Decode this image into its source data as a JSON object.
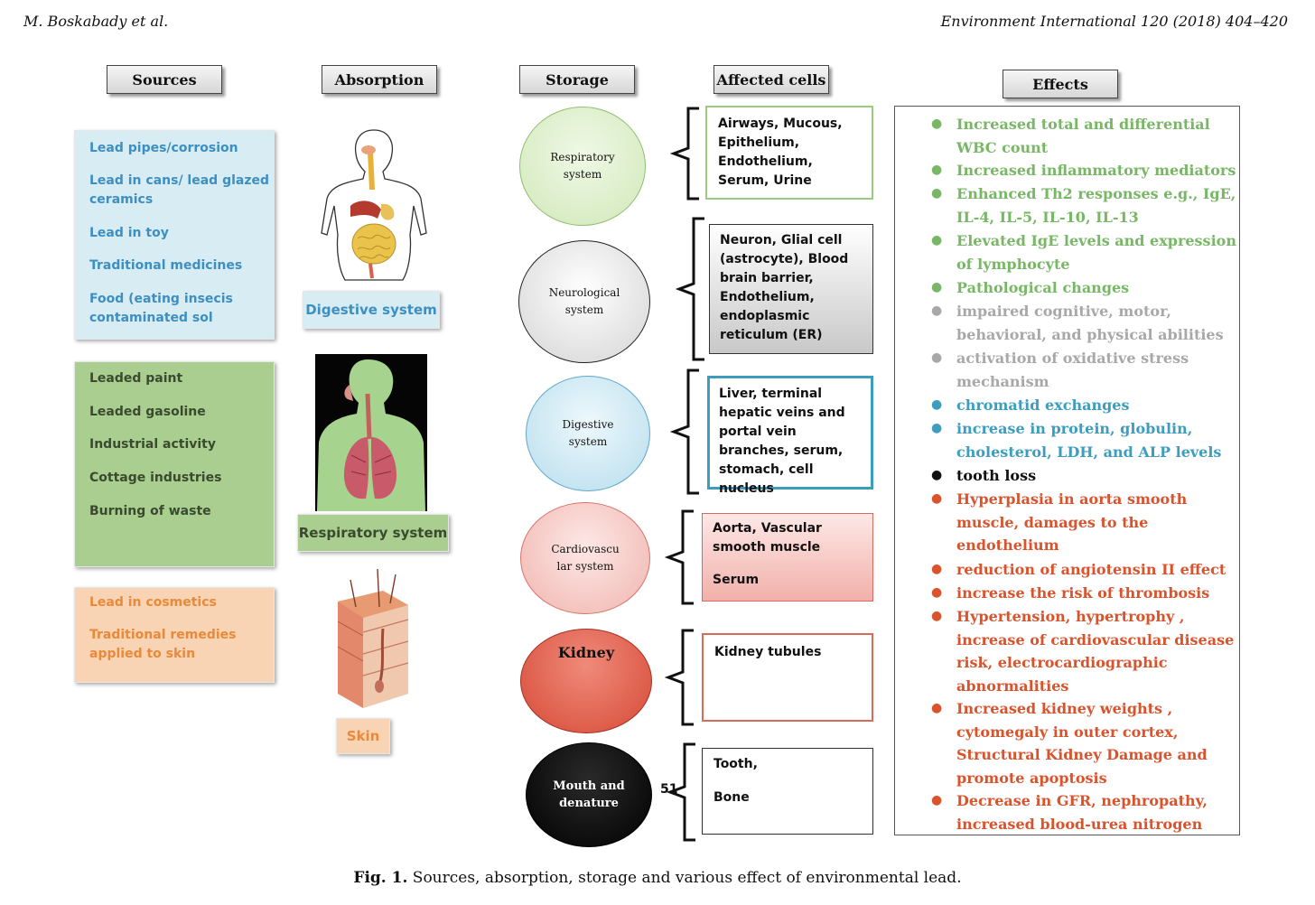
{
  "header": {
    "left": "M. Boskabady et al.",
    "right": "Environment International 120 (2018) 404–420"
  },
  "columns": {
    "sources": "Sources",
    "absorption": "Absorption",
    "storage": "Storage",
    "affected_cells": "Affected cells",
    "effects": "Effects"
  },
  "sources": {
    "group1": [
      "Lead pipes/corrosion",
      "Lead in cans/ lead glazed ceramics",
      "Lead in toy",
      "Traditional medicines",
      "Food (eating insecis contaminated sol"
    ],
    "group2": [
      "Leaded paint",
      "Leaded gasoline",
      "Industrial activity",
      "Cottage industries",
      "Burning of waste"
    ],
    "group3": [
      "Lead in cosmetics",
      "Traditional remedies applied to skin"
    ]
  },
  "absorption": {
    "digestive": "Digestive system",
    "respiratory": "Respiratory system",
    "skin": "Skin"
  },
  "storage": [
    "Respiratory system",
    "Neurological system",
    "Digestive system",
    "Cardiovascu lar system",
    "Kidney",
    "Mouth and denature"
  ],
  "affected_cells": {
    "respiratory": "Airways, Mucous, Epithelium, Endothelium, Serum, Urine",
    "neuro": "Neuron, Glial cell (astrocyte), Blood brain barrier, Endothelium, endoplasmic reticulum (ER)",
    "digestive": "Liver, terminal hepatic veins and portal vein branches, serum, stomach, cell nucleus",
    "cardio_1": "Aorta,  Vascular smooth muscle",
    "cardio_2": "Serum",
    "kidney": "Kidney tubules",
    "mouth_1": "Tooth,",
    "mouth_2": "Bone",
    "stray_mark": "51"
  },
  "effects": [
    "Increased total  and differential WBC count",
    "Increased inflammatory mediators",
    "Enhanced Th2 responses e.g., IgE, IL-4, IL-5, IL-10, IL-13",
    "Elevated IgE levels and expression of lymphocyte",
    "Pathological changes",
    "impaired cognitive, motor, behavioral, and physical abilities",
    "activation of oxidative stress mechanism",
    "chromatid exchanges",
    "increase in protein, globulin, cholesterol, LDH, and ALP levels",
    "tooth loss",
    "Hyperplasia in aorta smooth muscle, damages to the endothelium",
    "reduction of angiotensin II effect",
    "increase the risk of thrombosis",
    "Hypertension, hypertrophy , increase of cardiovascular disease risk, electrocardiographic abnormalities",
    "Increased kidney weights , cytomegaly in outer cortex, Structural Kidney Damage and promote apoptosis",
    "Decrease in GFR, nephropathy, increased blood-urea nitrogen"
  ],
  "caption": {
    "label": "Fig. 1.",
    "text": "Sources, absorption, storage and various effect of environmental lead."
  },
  "colors": {
    "green": "#78b765",
    "gray": "#a8a8a8",
    "blue": "#3d9dbf",
    "black": "#111111",
    "red": "#d9532c",
    "source_blue_bg": "#d8ecf4",
    "source_green_bg": "#a9ce90",
    "source_orange_bg": "#f8d3b4"
  }
}
